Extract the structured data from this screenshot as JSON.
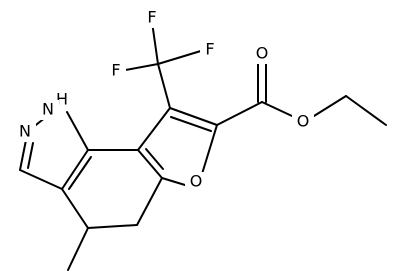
{
  "molecule": {
    "atoms": {
      "F1": "F",
      "F2": "F",
      "F3": "F",
      "O_carbonyl": "O",
      "O_ester": "O",
      "O_furan": "O",
      "NH": "N",
      "NH_H": "H",
      "N2": "N"
    }
  }
}
